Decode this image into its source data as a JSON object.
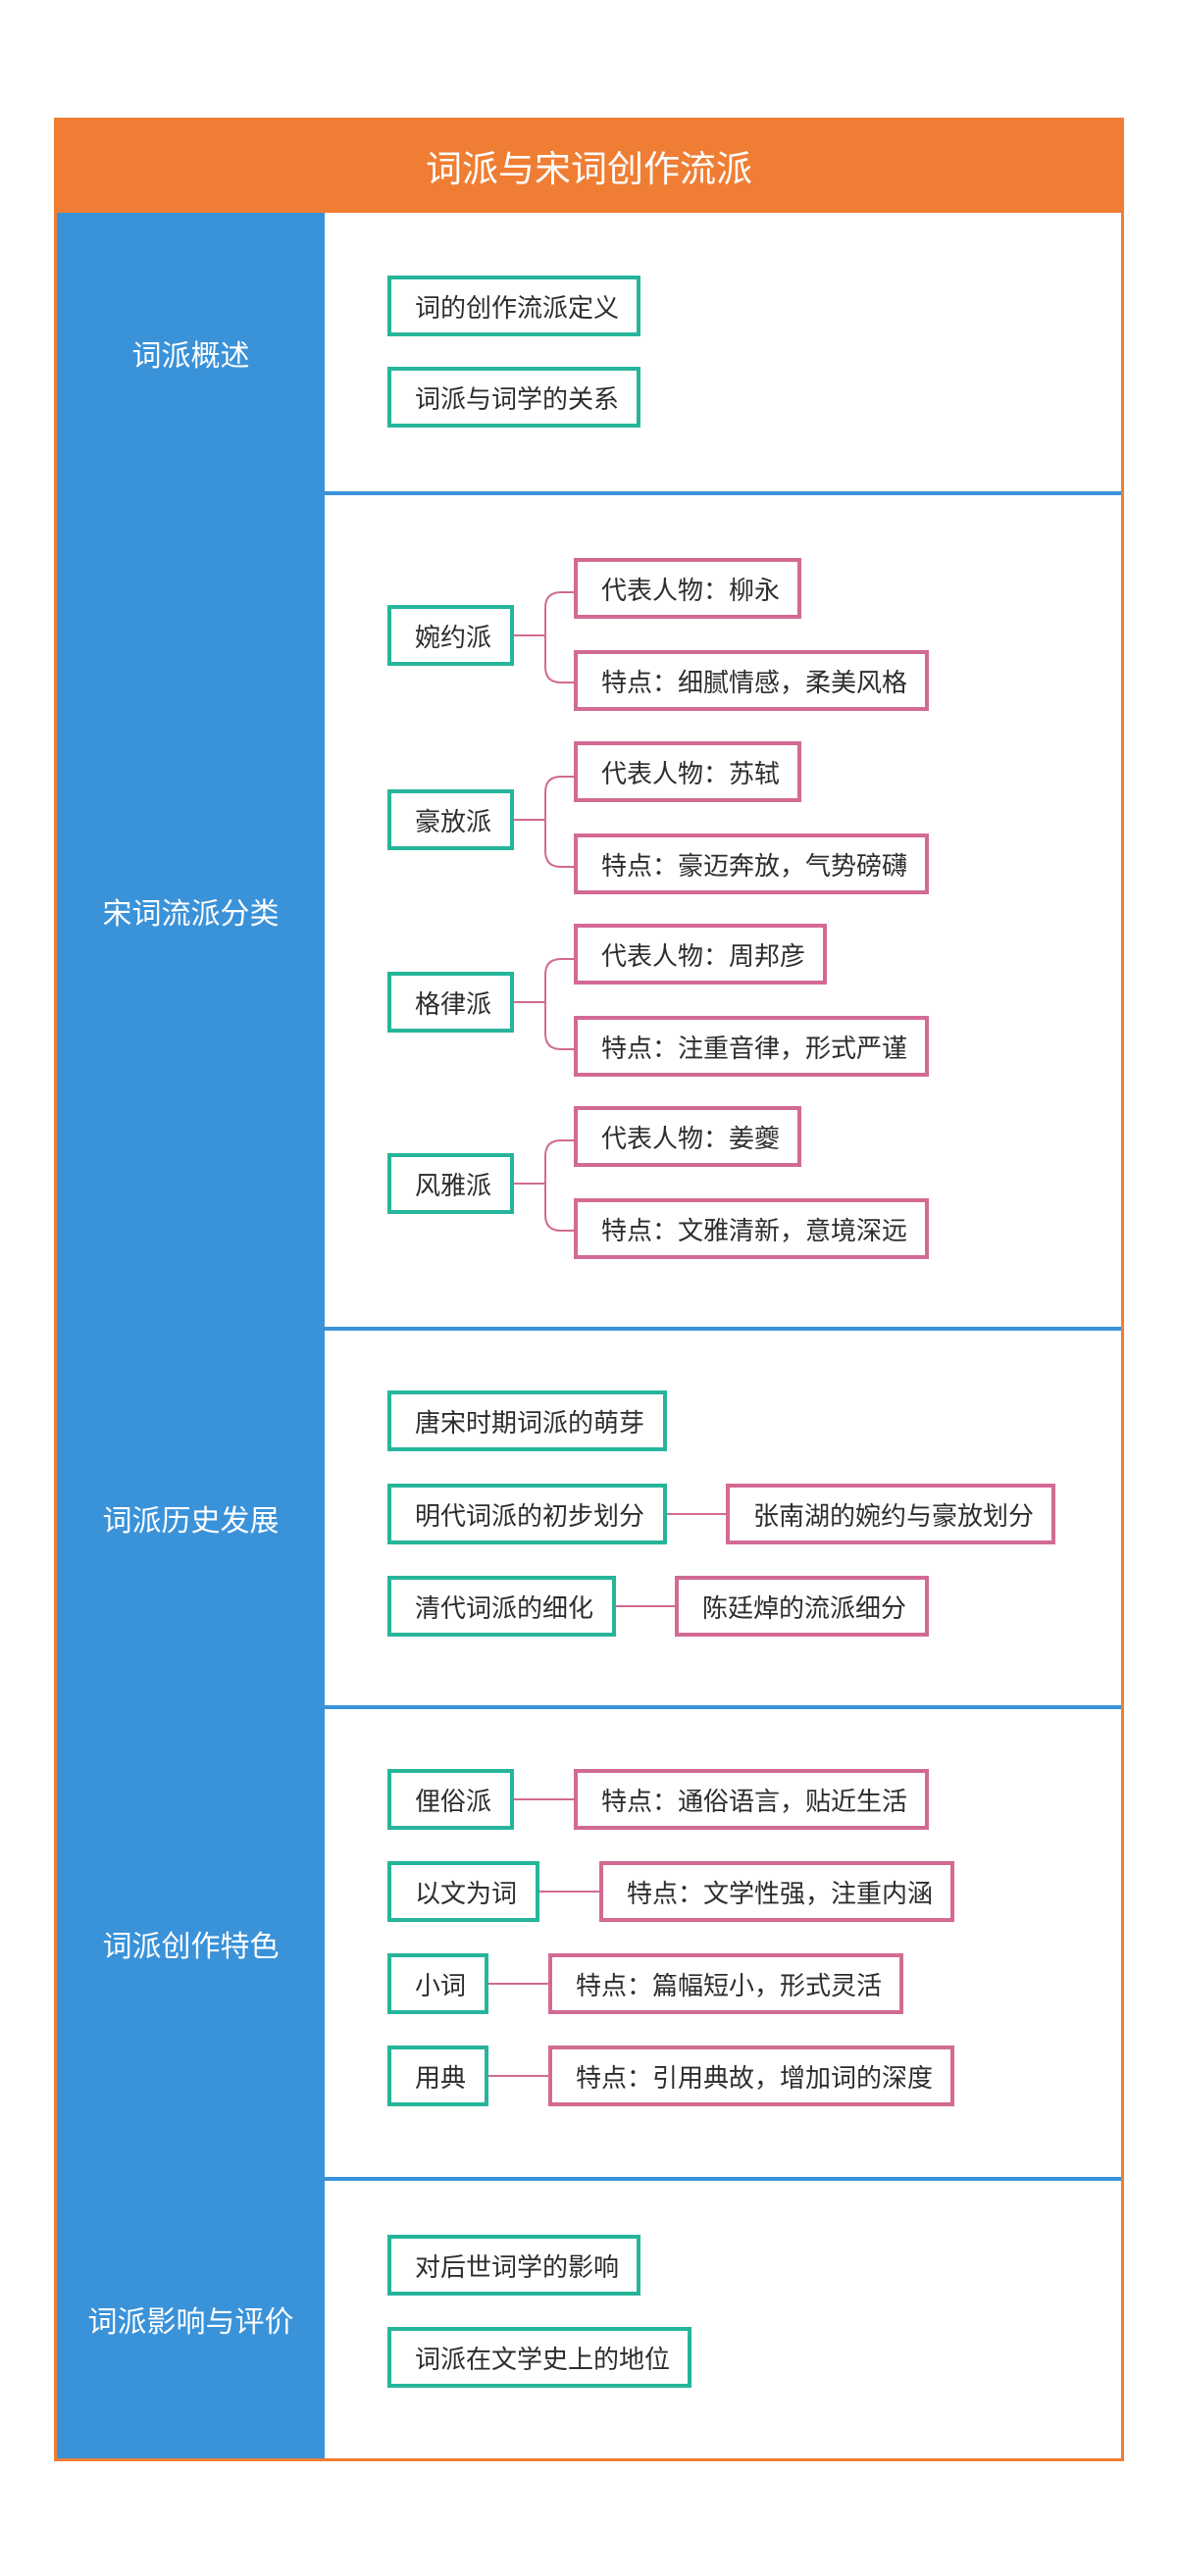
{
  "title": "词派与宋词创作流派",
  "colors": {
    "header": "#ef7e34",
    "sidebar": "#3a92d9",
    "primary_node_border": "#26b59a",
    "secondary_node_border": "#d26a93",
    "connector": "#d26a93"
  },
  "sections": [
    {
      "label": "词派概述",
      "items": [
        {
          "text": "词的创作流派定义"
        },
        {
          "text": "词派与词学的关系"
        }
      ]
    },
    {
      "label": "宋词流派分类",
      "items": [
        {
          "text": "婉约派",
          "children": [
            "代表人物：柳永",
            "特点：细腻情感，柔美风格"
          ]
        },
        {
          "text": "豪放派",
          "children": [
            "代表人物：苏轼",
            "特点：豪迈奔放，气势磅礴"
          ]
        },
        {
          "text": "格律派",
          "children": [
            "代表人物：周邦彦",
            "特点：注重音律，形式严谨"
          ]
        },
        {
          "text": "风雅派",
          "children": [
            "代表人物：姜夔",
            "特点：文雅清新，意境深远"
          ]
        }
      ]
    },
    {
      "label": "词派历史发展",
      "items": [
        {
          "text": "唐宋时期词派的萌芽"
        },
        {
          "text": "明代词派的初步划分",
          "children": [
            "张南湖的婉约与豪放划分"
          ]
        },
        {
          "text": "清代词派的细化",
          "children": [
            "陈廷焯的流派细分"
          ]
        }
      ]
    },
    {
      "label": "词派创作特色",
      "items": [
        {
          "text": "俚俗派",
          "children": [
            "特点：通俗语言，贴近生活"
          ]
        },
        {
          "text": "以文为词",
          "children": [
            "特点：文学性强，注重内涵"
          ]
        },
        {
          "text": "小词",
          "children": [
            "特点：篇幅短小，形式灵活"
          ]
        },
        {
          "text": "用典",
          "children": [
            "特点：引用典故，增加词的深度"
          ]
        }
      ]
    },
    {
      "label": "词派影响与评价",
      "items": [
        {
          "text": "对后世词学的影响"
        },
        {
          "text": "词派在文学史上的地位"
        }
      ]
    }
  ]
}
